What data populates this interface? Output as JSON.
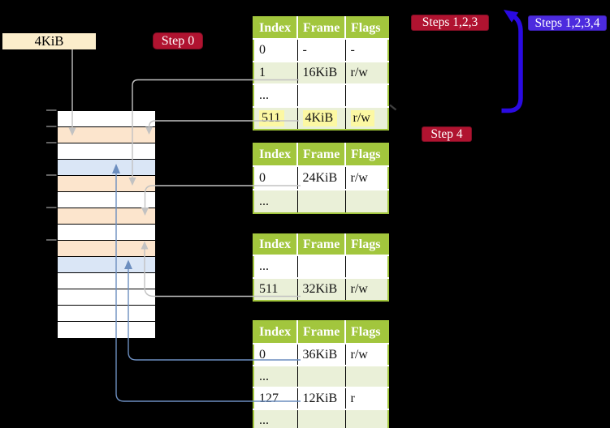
{
  "labels": {
    "page_size": "4KiB",
    "step0": "Step 0",
    "steps_123": "Steps 1,2,3",
    "steps_1234": "Steps 1,2,3,4",
    "step4": "Step 4"
  },
  "colors": {
    "background": "#000000",
    "table_header_green": "#A2C63D",
    "table_row_light_green": "#EAF0D8",
    "highlight_yellow": "#FCF8A3",
    "memory_row_orange": "#FCE5CD",
    "memory_row_blue": "#DAE6F6",
    "badge_crimson": "#B01330",
    "badge_violet": "#4C2BDE",
    "size_label_cream": "#FBEDCB",
    "connector_gray": "#C2C2C2",
    "connector_blue": "#6C8EBF",
    "return_arrow_blue": "#2A0AE2"
  },
  "memory_strip": {
    "rows": [
      "white",
      "orange",
      "white",
      "blue",
      "orange",
      "white",
      "orange",
      "white",
      "orange",
      "blue",
      "white",
      "white",
      "white",
      "white"
    ]
  },
  "tables": [
    {
      "name": "page-table-1",
      "headers": [
        "Index",
        "Frame",
        "Flags"
      ],
      "rows": [
        {
          "cells": [
            "0",
            "-",
            "-"
          ],
          "shaded": false,
          "highlight": false
        },
        {
          "cells": [
            "1",
            "16KiB",
            "r/w"
          ],
          "shaded": true,
          "highlight": false
        },
        {
          "cells": [
            "...",
            "",
            ""
          ],
          "shaded": false,
          "highlight": false
        },
        {
          "cells": [
            "511",
            "4KiB",
            "r/w"
          ],
          "shaded": true,
          "highlight": true
        }
      ]
    },
    {
      "name": "page-table-2",
      "headers": [
        "Index",
        "Frame",
        "Flags"
      ],
      "rows": [
        {
          "cells": [
            "0",
            "24KiB",
            "r/w"
          ],
          "shaded": false,
          "highlight": false
        },
        {
          "cells": [
            "...",
            "",
            ""
          ],
          "shaded": true,
          "highlight": false
        }
      ]
    },
    {
      "name": "page-table-3",
      "headers": [
        "Index",
        "Frame",
        "Flags"
      ],
      "rows": [
        {
          "cells": [
            "...",
            "",
            ""
          ],
          "shaded": false,
          "highlight": false
        },
        {
          "cells": [
            "511",
            "32KiB",
            "r/w"
          ],
          "shaded": true,
          "highlight": false
        }
      ]
    },
    {
      "name": "page-table-4",
      "headers": [
        "Index",
        "Frame",
        "Flags"
      ],
      "rows": [
        {
          "cells": [
            "0",
            "36KiB",
            "r/w"
          ],
          "shaded": false,
          "highlight": false
        },
        {
          "cells": [
            "...",
            "",
            ""
          ],
          "shaded": true,
          "highlight": false
        },
        {
          "cells": [
            "127",
            "12KiB",
            "r"
          ],
          "shaded": false,
          "highlight": false
        },
        {
          "cells": [
            "...",
            "",
            ""
          ],
          "shaded": true,
          "highlight": false
        }
      ]
    }
  ]
}
